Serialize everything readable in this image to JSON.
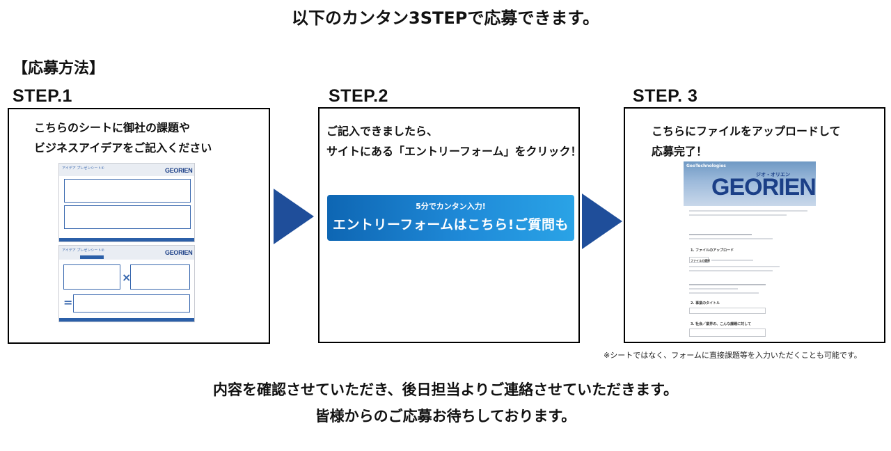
{
  "headline": "以下のカンタン3STEPで応募できます。",
  "section_title": "【応募方法】",
  "steps": [
    {
      "title": "STEP.1",
      "text_line1": "こちらのシートに御社の課題や",
      "text_line2": "ビジネスアイデアをご記入ください",
      "sheet1": {
        "title": "アイデア プレゼンシート①",
        "logo": "GEORIEN"
      },
      "sheet2": {
        "title": "アイデア プレゼンシート②",
        "logo": "GEORIEN",
        "multiply": "×",
        "equals": "="
      }
    },
    {
      "title": "STEP.2",
      "text_line1": "ご記入できましたら、",
      "text_line2": "サイトにある「エントリーフォーム」をクリック！",
      "button_sub": "5分でカンタン入力!",
      "button_main": "エントリーフォームはこちら!ご質問も"
    },
    {
      "title": "STEP. 3",
      "text_line1": "こちらにファイルをアップロードして",
      "text_line2": "応募完了！",
      "form_shot": {
        "brand": "GeoTechnologies",
        "logo": "GEORIEN",
        "logo_kana": "ジオ・オリエン",
        "section1": "1. ファイルのアップロード",
        "file_button": "ファイルの選択",
        "section2": "2. 事業のタイトル",
        "section3": "3. 社会／業界の、こんな課題に対して"
      }
    }
  ],
  "note": "※シートではなく、フォームに直接課題等を入力いただくことも可能です。",
  "closing_line1": "内容を確認させていただき、後日担当よりご連絡させていただきます。",
  "closing_line2": "皆様からのご応募お待ちしております。",
  "colors": {
    "arrow": "#1f4e9a",
    "button": "#1f8ad8",
    "logo": "#1b3f87"
  }
}
